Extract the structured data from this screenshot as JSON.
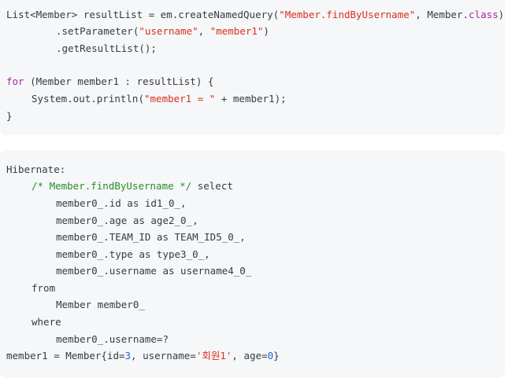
{
  "block1": {
    "line1": {
      "type": "List<Member>",
      "rest1": " resultList = em.createNamedQuery(",
      "query_name": "\"Member.findByUsername\"",
      "rest2": ", Member.",
      "class_kw": "class",
      "rest3": ")"
    },
    "line2": {
      "pre": ".setParameter(",
      "param_name": "\"username\"",
      "sep": ", ",
      "param_value": "\"member1\"",
      "post": ")"
    },
    "line3": ".getResultList();",
    "line5": {
      "for_kw": "for",
      "rest": " (Member member1 : resultList) {"
    },
    "line6": {
      "pre": "System.out.println(",
      "str": "\"member1 = \"",
      "post": " + member1);"
    },
    "line7": "}"
  },
  "block2": {
    "header": "Hibernate:",
    "comment": "/* Member.findByUsername */",
    "select": " select",
    "cols": [
      "member0_.id as id1_0_,",
      "member0_.age as age2_0_,",
      "member0_.TEAM_ID as TEAM_ID5_0_,",
      "member0_.type as type3_0_,",
      "member0_.username as username4_0_"
    ],
    "from": "from",
    "table": "Member member0_",
    "where": "where",
    "condition": "member0_.username=?",
    "result": {
      "pre": "member1 = Member{id=",
      "id": "3",
      "mid": ", username=",
      "username": "'회원1'",
      "mid2": ", age=",
      "age": "0",
      "post": "}"
    }
  }
}
